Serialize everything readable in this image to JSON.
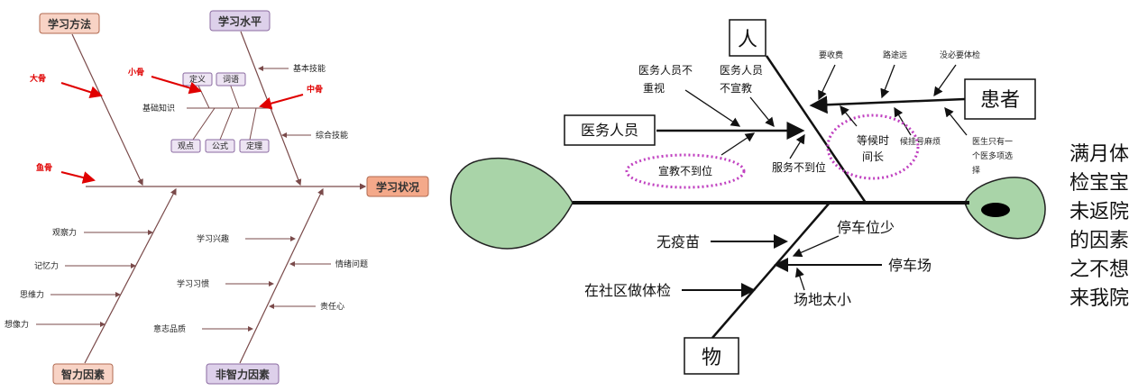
{
  "left_diagram": {
    "head": "学习状况",
    "top_categories": [
      "学习方法",
      "学习水平"
    ],
    "bottom_categories": [
      "智力因素",
      "非智力因素"
    ],
    "annotations": {
      "big_bone": "大骨",
      "small_bone": "小骨",
      "middle_bone": "中骨",
      "fish_bone": "鱼骨"
    },
    "level_causes": [
      "基本技能",
      "综合技能"
    ],
    "knowledge": {
      "label": "基础知识",
      "upper": [
        "定义",
        "词语"
      ],
      "lower": [
        "观点",
        "公式",
        "定理"
      ]
    },
    "intellect_causes": [
      "观察力",
      "记忆力",
      "思维力",
      "想像力"
    ],
    "nonintellect_causes_left": [
      "学习兴趣",
      "学习习惯",
      "意志品质"
    ],
    "nonintellect_causes_right": [
      "情绪问题",
      "责任心"
    ],
    "colors": {
      "box_orange": "#f4a98a",
      "box_pink": "#f8d3c5",
      "box_purple": "#ddd0ea",
      "small_box": "#ede4f3",
      "red": "#e00000",
      "line": "#7a4a4a"
    }
  },
  "right_diagram": {
    "categories": {
      "people": "人",
      "patient": "患者",
      "staff": "医务人员",
      "things": "物"
    },
    "people_causes": [
      "医务人员不",
      "重视",
      "医务人员",
      "不宣教",
      "服务不到位",
      "宣教不到位"
    ],
    "patient_causes": [
      "要收费",
      "路途远",
      "没必要体检",
      "候挂号麻烦",
      "医生只有一",
      "个医多项选",
      "择"
    ],
    "waiting": [
      "等候时",
      "间长"
    ],
    "things_causes": [
      "无疫苗",
      "停车位少",
      "停车场",
      "场地太小",
      "在社区做体检"
    ],
    "title_lines": [
      "满月体",
      "检宝宝",
      "未返院",
      "的因素",
      "之不想",
      "来我院"
    ],
    "colors": {
      "head_green": "#a9d4a8",
      "outline": "#222222",
      "dotted": "#c040c0"
    }
  }
}
